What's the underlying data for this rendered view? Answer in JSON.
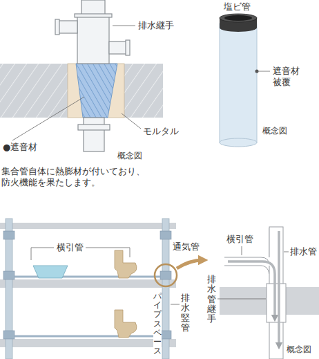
{
  "diagram": {
    "labels": [
      "排水継手",
      "塩ビ管",
      "遮音材 被覆",
      "モルタル",
      "●遮音材",
      "概念図",
      "概念図",
      "集合管自体に熱膨材が付いており、 防火機能を果たします。",
      "横引管",
      "通気管",
      "横引管",
      "排水管",
      "パイプスペース",
      "排水竪管",
      "排水管継手",
      "概念図"
    ]
  }
}
